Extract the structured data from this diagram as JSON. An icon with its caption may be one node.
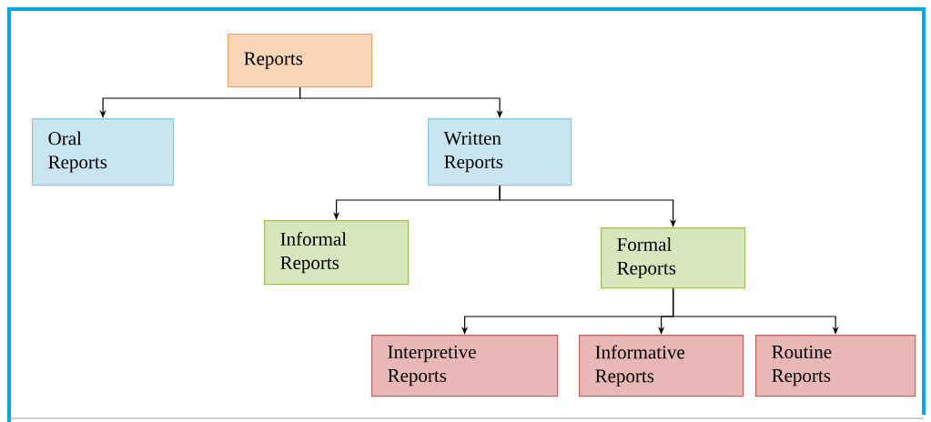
{
  "diagram": {
    "nodes": [
      {
        "text": [
          "Reports"
        ]
      },
      {
        "text": [
          "Oral Reports"
        ]
      },
      {
        "text": [
          "Written Reports"
        ]
      },
      {
        "text": [
          "Informal Reports"
        ]
      },
      {
        "text": [
          "Formal Reports"
        ]
      },
      {
        "text": [
          "Interpretive Reports"
        ]
      },
      {
        "text": [
          "Informative Reports"
        ]
      },
      {
        "text": [
          "Routine Reports"
        ]
      }
    ],
    "edges": [
      {
        "from": 0,
        "to": 1,
        "arrow": "to"
      },
      {
        "from": 0,
        "to": 2,
        "arrow": "to"
      },
      {
        "from": 2,
        "to": 3,
        "arrow": "to"
      },
      {
        "from": 2,
        "to": 4,
        "arrow": "to"
      },
      {
        "from": 4,
        "to": 5,
        "arrow": "to"
      },
      {
        "from": 4,
        "to": 6,
        "arrow": "to"
      },
      {
        "from": 4,
        "to": 7,
        "arrow": "to"
      }
    ]
  }
}
